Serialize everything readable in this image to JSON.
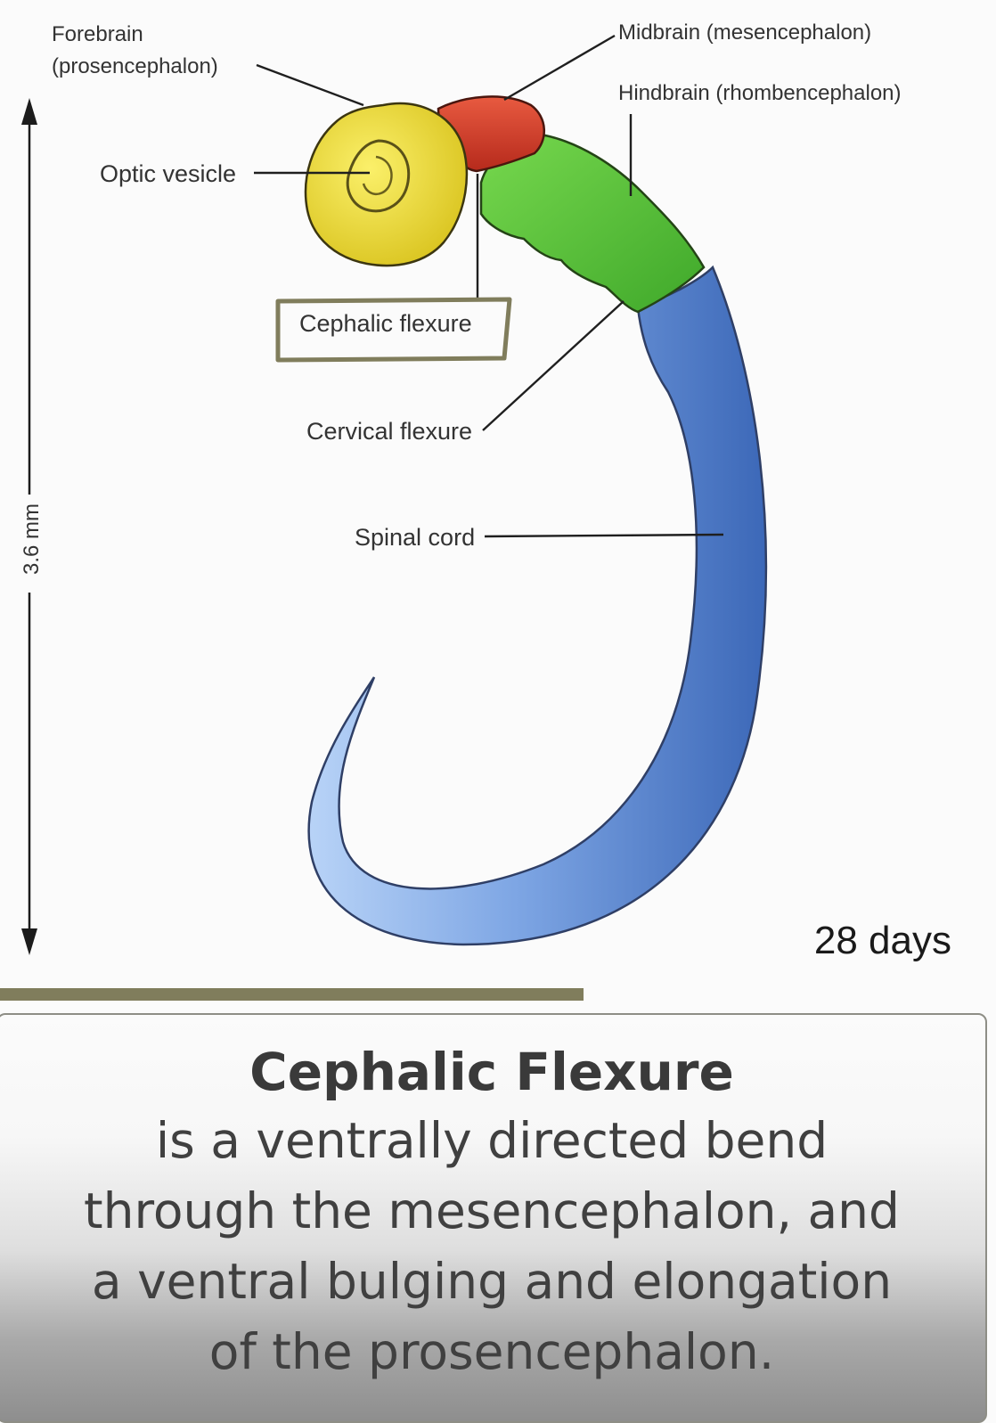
{
  "diagram": {
    "labels": {
      "forebrain": "Forebrain",
      "forebrain_sub": "(prosencephalon)",
      "midbrain": "Midbrain (mesencephalon)",
      "hindbrain": "Hindbrain (rhombencephalon)",
      "optic_vesicle": "Optic vesicle",
      "cephalic_flexure": "Cephalic flexure",
      "cervical_flexure": "Cervical flexure",
      "spinal_cord": "Spinal cord"
    },
    "scale_label": "3.6 mm",
    "age_label": "28 days",
    "colors": {
      "forebrain": "#f2e23a",
      "midbrain": "#d93a28",
      "hindbrain": "#5cc43a",
      "spinal_cord": "#6f9bdc",
      "highlight_box": "#807d5c"
    }
  },
  "caption": {
    "title": "Cephalic Flexure",
    "lines": [
      "is a ventrally directed bend",
      "through the mesencephalon, and",
      "a ventral bulging and elongation",
      "of the prosencephalon."
    ]
  }
}
